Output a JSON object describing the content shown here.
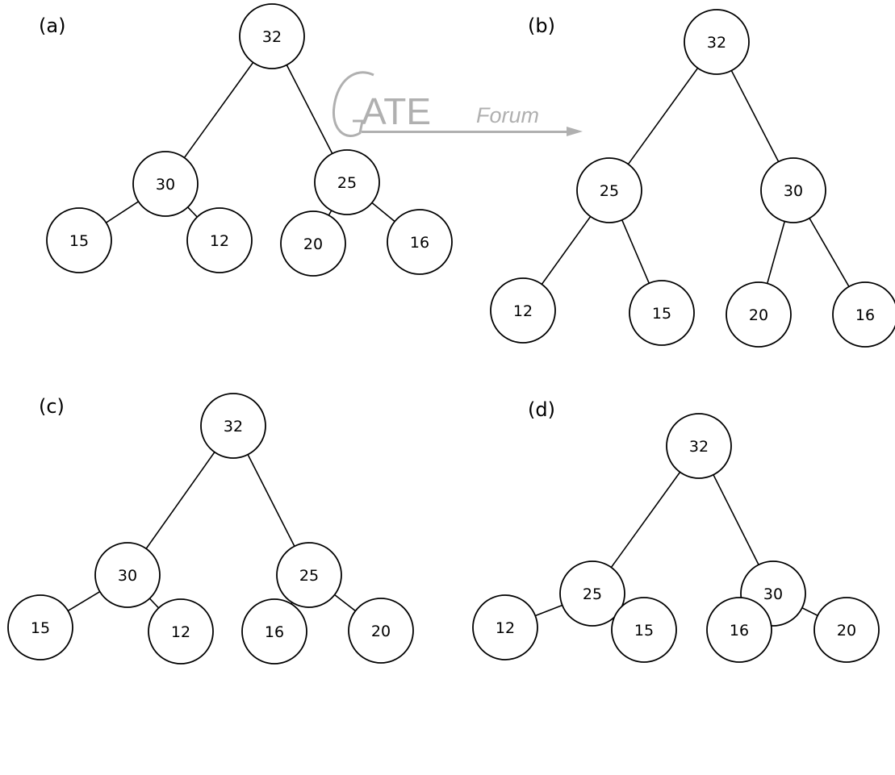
{
  "watermark": {
    "logo_letters": "ATE",
    "logo_word": "Forum",
    "color": "#a8a8a8"
  },
  "panels": [
    {
      "label": "(a)",
      "nodes": [
        "32",
        "30",
        "25",
        "15",
        "12",
        "20",
        "16"
      ],
      "edges": [
        [
          0,
          1
        ],
        [
          0,
          2
        ],
        [
          1,
          3
        ],
        [
          1,
          4
        ],
        [
          2,
          5
        ],
        [
          2,
          6
        ]
      ]
    },
    {
      "label": "(b)",
      "nodes": [
        "32",
        "25",
        "30",
        "12",
        "15",
        "20",
        "16"
      ],
      "edges": [
        [
          0,
          1
        ],
        [
          0,
          2
        ],
        [
          1,
          3
        ],
        [
          1,
          4
        ],
        [
          2,
          5
        ],
        [
          2,
          6
        ]
      ]
    },
    {
      "label": "(c)",
      "nodes": [
        "32",
        "30",
        "25",
        "15",
        "12",
        "16",
        "20"
      ],
      "edges": [
        [
          0,
          1
        ],
        [
          0,
          2
        ],
        [
          1,
          3
        ],
        [
          1,
          4
        ],
        [
          2,
          5
        ],
        [
          2,
          6
        ]
      ]
    },
    {
      "label": "(d)",
      "nodes": [
        "32",
        "25",
        "30",
        "12",
        "15",
        "16",
        "20"
      ],
      "edges": [
        [
          0,
          1
        ],
        [
          0,
          2
        ],
        [
          1,
          3
        ],
        [
          1,
          4
        ],
        [
          2,
          5
        ],
        [
          2,
          6
        ]
      ]
    }
  ]
}
